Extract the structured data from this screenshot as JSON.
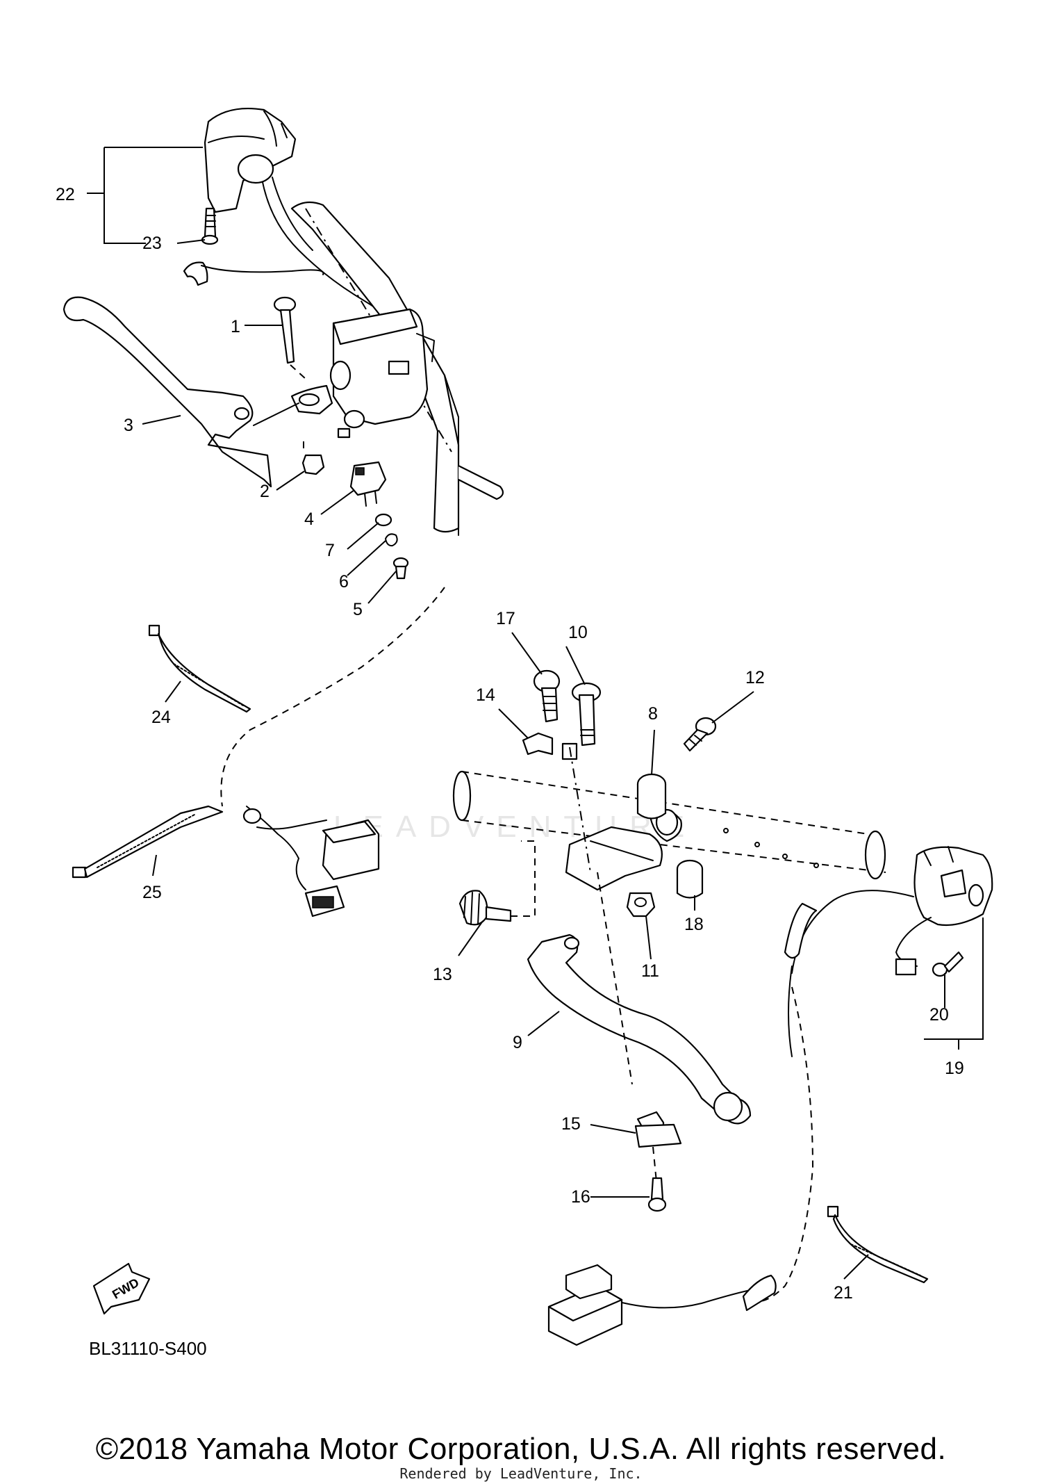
{
  "diagram": {
    "reference_code": "BL31110-S400",
    "copyright": "©2018 Yamaha Motor Corporation, U.S.A. All rights reserved.",
    "rendered_by": "Rendered by LeadVenture, Inc.",
    "watermark": "LEADVENTURE",
    "fwd_badge": "FWD",
    "callouts": [
      "1",
      "2",
      "3",
      "4",
      "5",
      "6",
      "7",
      "8",
      "9",
      "10",
      "11",
      "12",
      "13",
      "14",
      "15",
      "16",
      "17",
      "18",
      "19",
      "20",
      "21",
      "22",
      "23",
      "24",
      "25"
    ]
  }
}
